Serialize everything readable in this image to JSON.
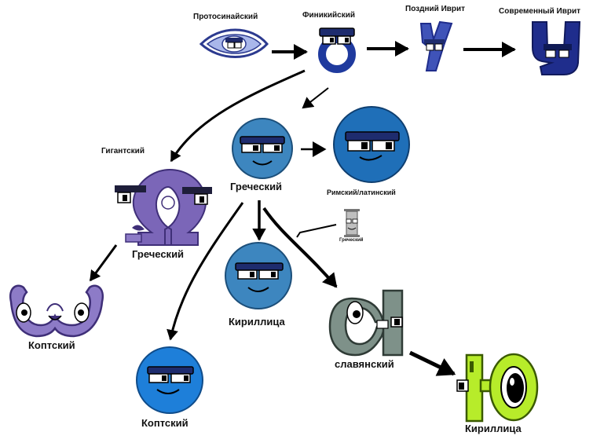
{
  "labels": {
    "protosinaitic": "Протосинайский",
    "phoenician": "Финикийский",
    "late_hebrew": "Поздний Иврит",
    "modern_hebrew": "Современный Иврит",
    "gigantic": "Гигантский",
    "greek_small": "Греческий",
    "greek_big": "Греческий",
    "roman_latin": "Римский/латинский",
    "greek_tiny": "Греческий",
    "coptic_left": "Коптский",
    "cyrillic_mid": "Кириллица",
    "slavonic": "славянский",
    "coptic_bottom": "Коптский",
    "cyrillic_final": "Кириллица"
  },
  "colors": {
    "purple": "#7b66b8",
    "purple_light": "#8d7bc7",
    "blue_mid": "#3d86bf",
    "blue_bright": "#1e7fd9",
    "blue_deep": "#1f6fb8",
    "navy": "#1f2d8c",
    "gray": "#7e9189",
    "lime": "#b7ec2a",
    "arrow": "#000000"
  }
}
